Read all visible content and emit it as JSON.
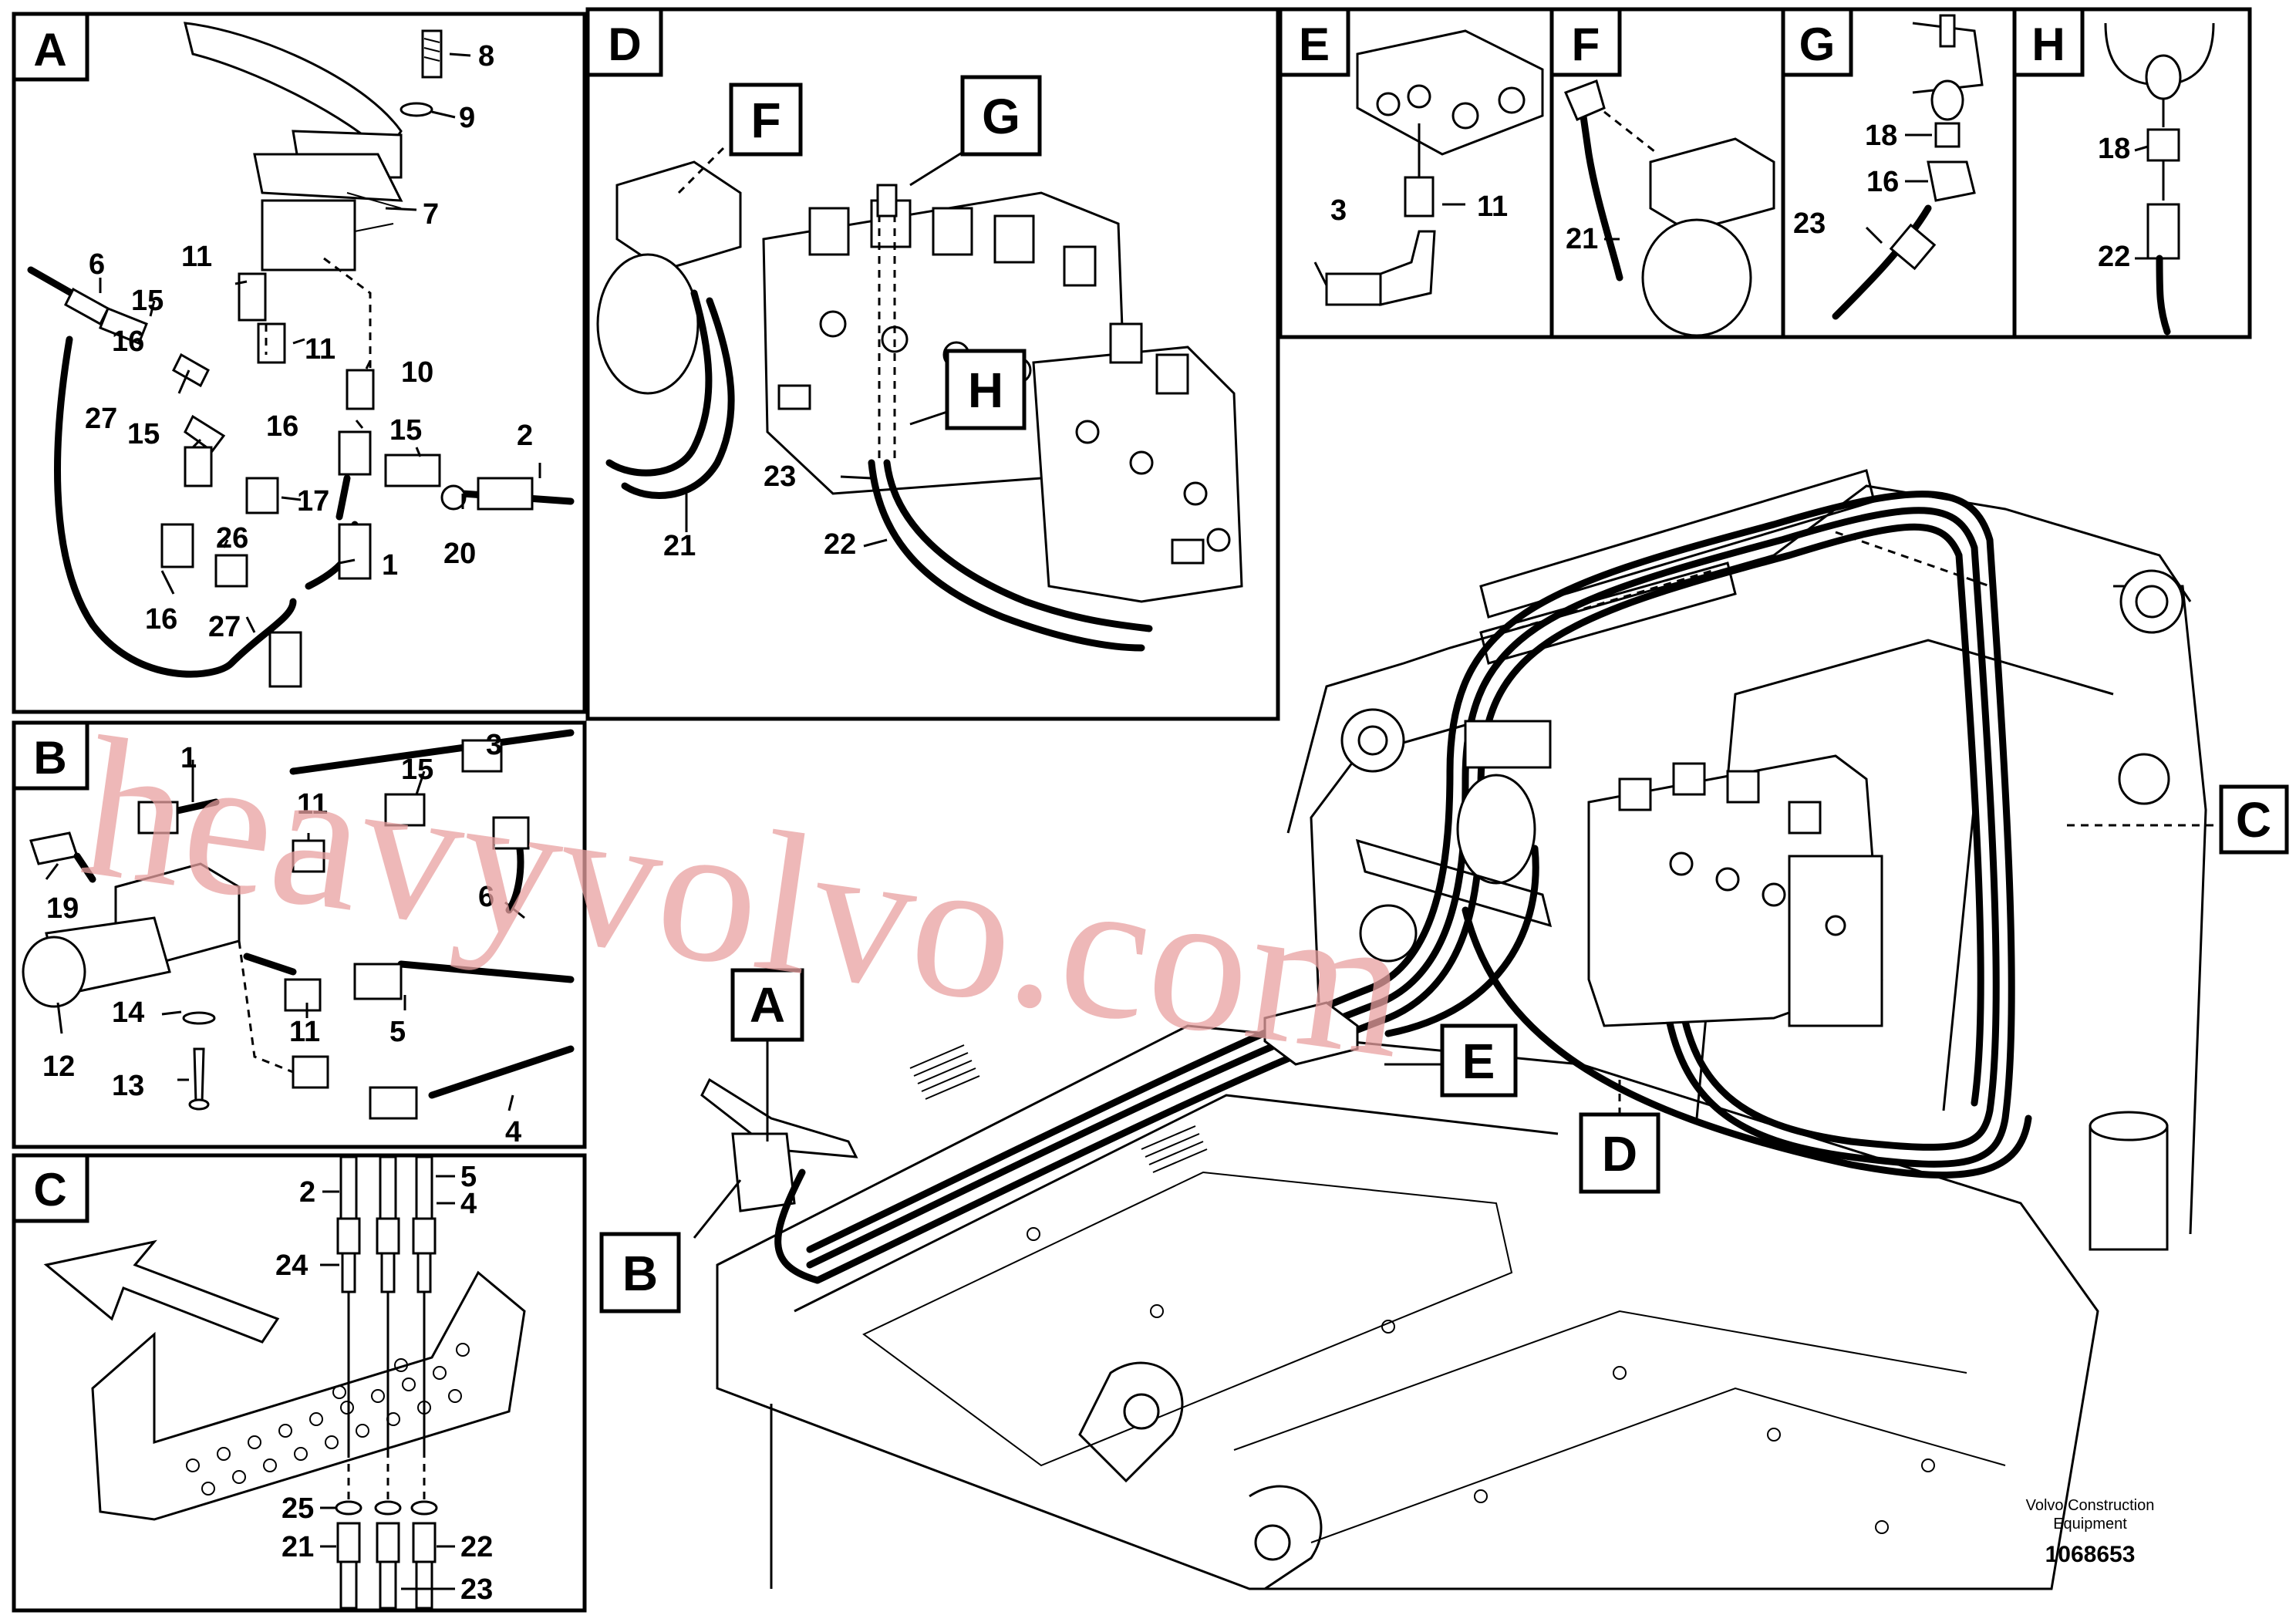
{
  "panels": [
    {
      "id": "A",
      "label": "A"
    },
    {
      "id": "B",
      "label": "B"
    },
    {
      "id": "C",
      "label": "C"
    },
    {
      "id": "D",
      "label": "D"
    },
    {
      "id": "E",
      "label": "E"
    },
    {
      "id": "F",
      "label": "F"
    },
    {
      "id": "G",
      "label": "G"
    },
    {
      "id": "H",
      "label": "H"
    }
  ],
  "panel_a_callouts": [
    "8",
    "9",
    "7",
    "6",
    "15",
    "11",
    "11",
    "10",
    "16",
    "27",
    "15",
    "16",
    "15",
    "2",
    "17",
    "26",
    "1",
    "20",
    "16",
    "27"
  ],
  "panel_b_callouts": [
    "1",
    "15",
    "3",
    "11",
    "19",
    "6",
    "14",
    "11",
    "5",
    "12",
    "13",
    "4"
  ],
  "panel_c_callouts": [
    "2",
    "5",
    "4",
    "24",
    "25",
    "21",
    "22",
    "23"
  ],
  "panel_d_callouts": [
    "23",
    "21",
    "22"
  ],
  "panel_d_refs": [
    "F",
    "G",
    "H"
  ],
  "panel_e_callouts": [
    "3",
    "11"
  ],
  "panel_f_callouts": [
    "21"
  ],
  "panel_g_callouts": [
    "18",
    "16",
    "23"
  ],
  "panel_h_callouts": [
    "18",
    "22"
  ],
  "main_refs": [
    "A",
    "B",
    "C",
    "D",
    "E"
  ],
  "footer": {
    "company_line1": "Volvo Construction",
    "company_line2": "Equipment",
    "drawing_number": "1068653"
  },
  "watermark": "heavyvolvo.com"
}
